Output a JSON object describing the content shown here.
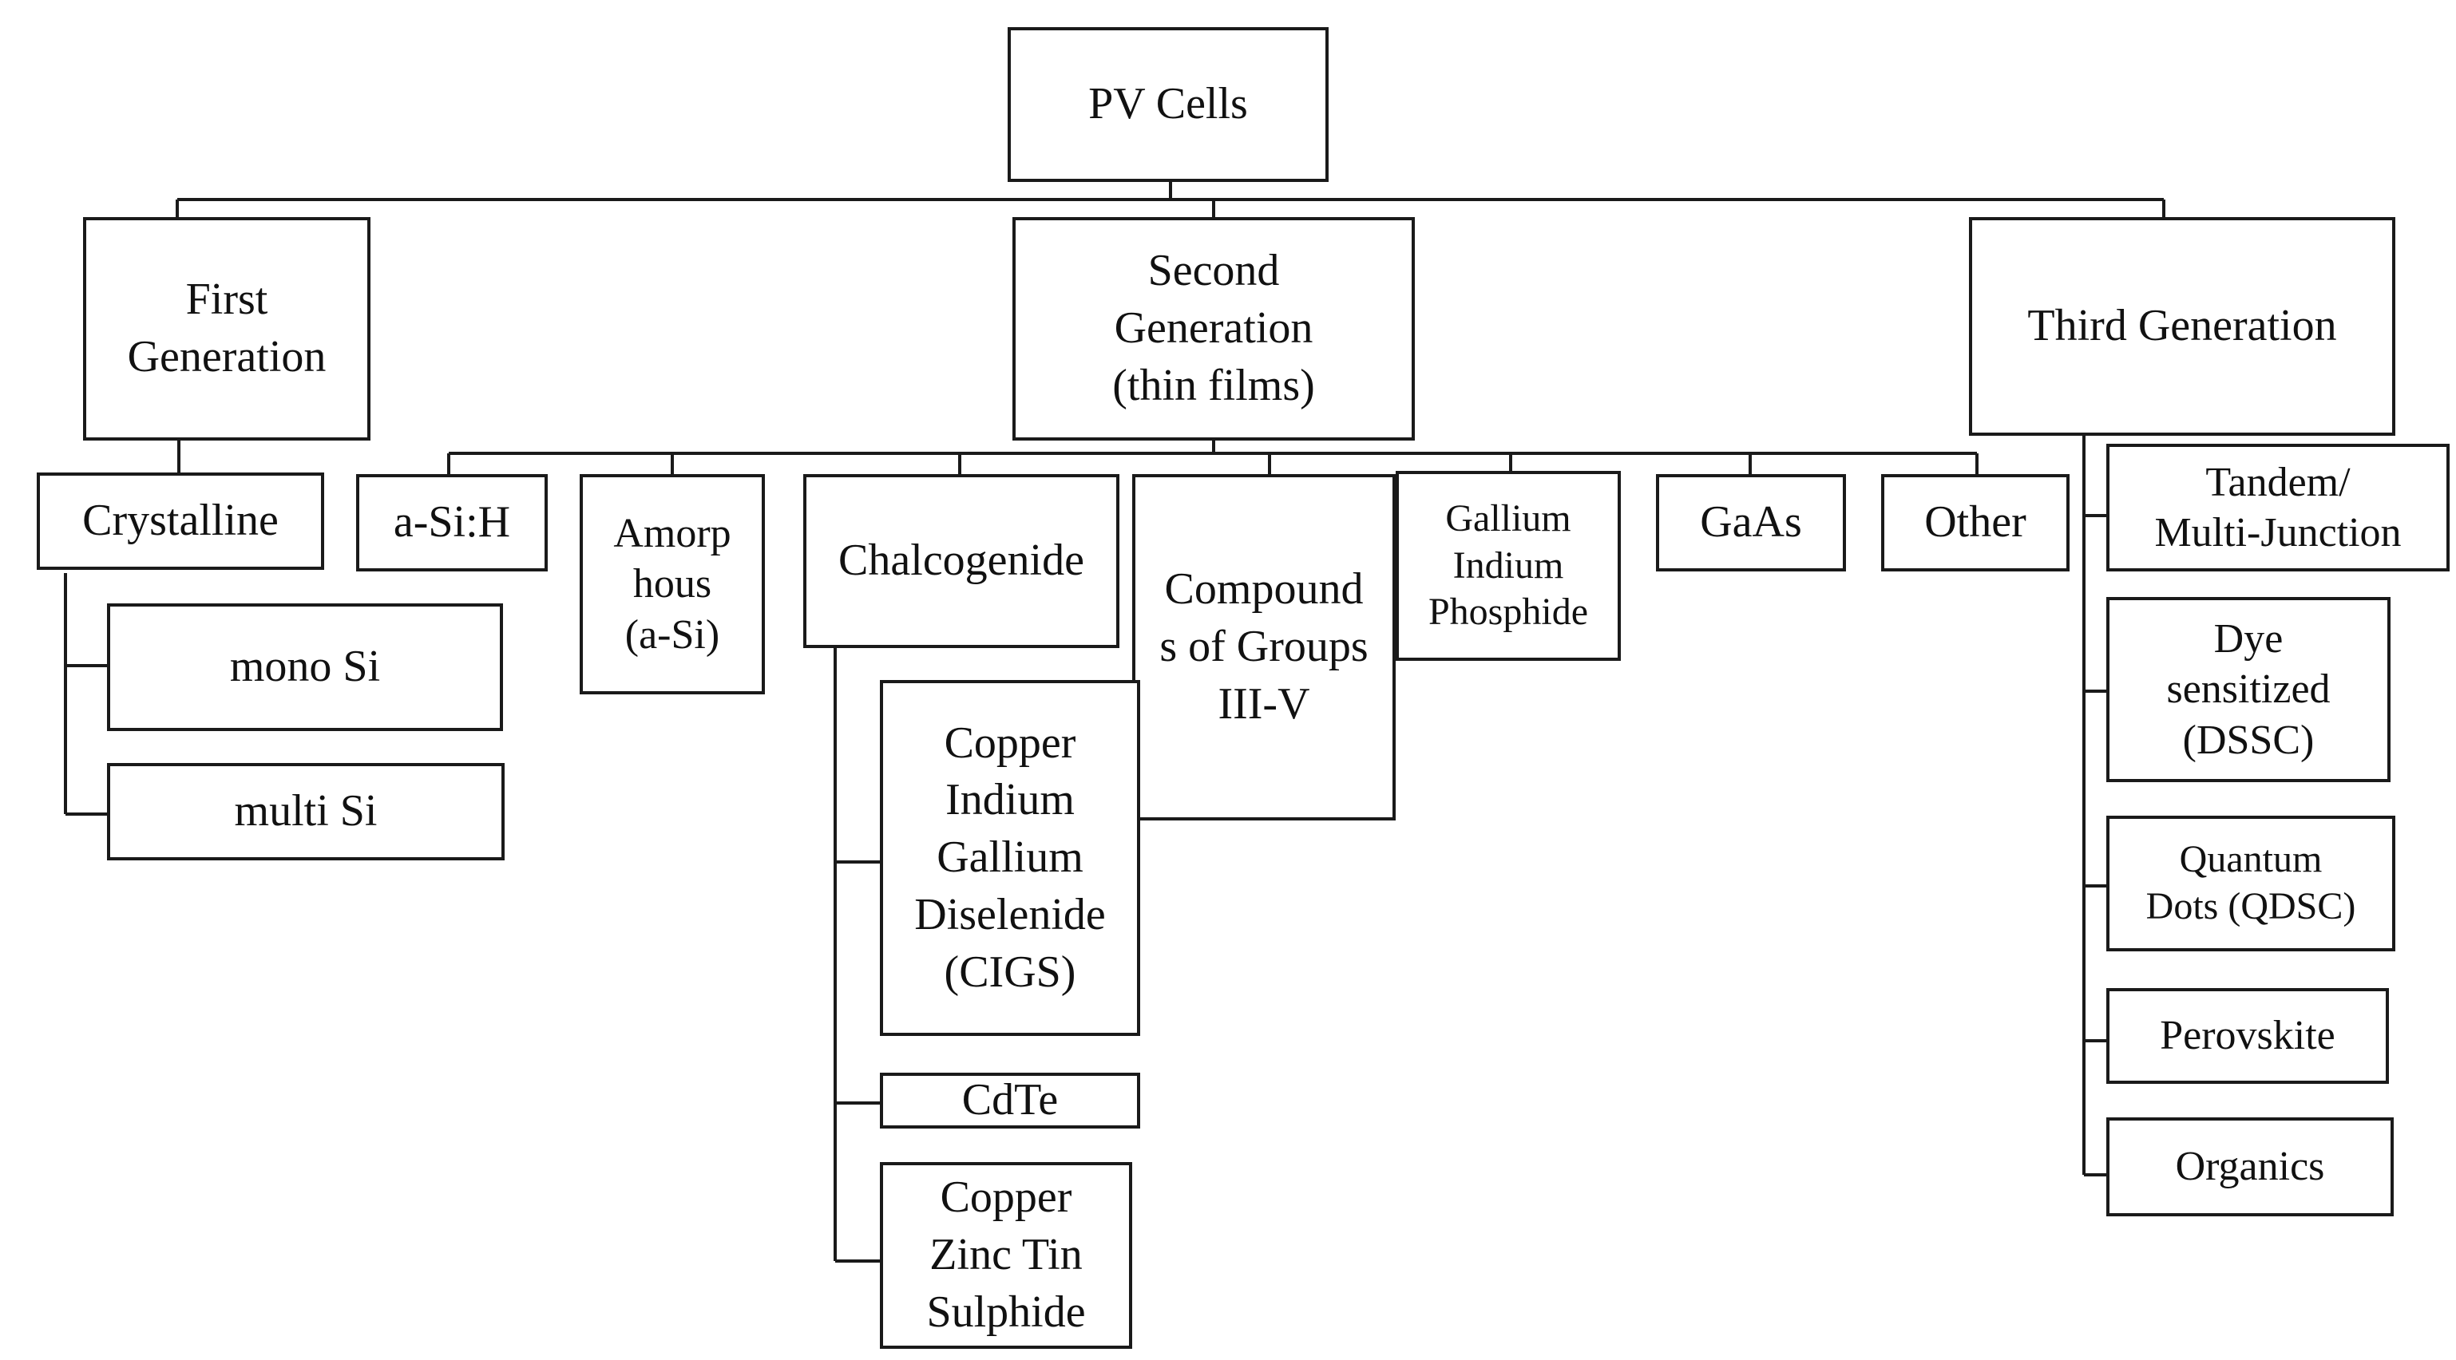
{
  "root": {
    "label": "PV Cells"
  },
  "generations": {
    "first": {
      "label": "First\nGeneration",
      "children": [
        "Crystalline"
      ],
      "crystalline_children": [
        "mono Si",
        "multi Si"
      ]
    },
    "second": {
      "label": "Second\nGeneration\n(thin films)",
      "children": [
        "a-Si:H",
        "Amorp\nhous\n(a-Si)",
        "Chalcogenide",
        "Compound\ns of Groups\nIII-V",
        "Gallium\nIndium\nPhosphide",
        "GaAs",
        "Other"
      ],
      "chalcogenide_children": [
        "Copper\nIndium\nGallium\nDiselenide\n(CIGS)",
        "CdTe",
        "Copper\nZinc Tin\nSulphide"
      ]
    },
    "third": {
      "label": "Third Generation",
      "children": [
        "Tandem/\nMulti-Junction",
        "Dye\nsensitized\n(DSSC)",
        "Quantum\nDots (QDSC)",
        "Perovskite",
        "Organics"
      ]
    }
  }
}
